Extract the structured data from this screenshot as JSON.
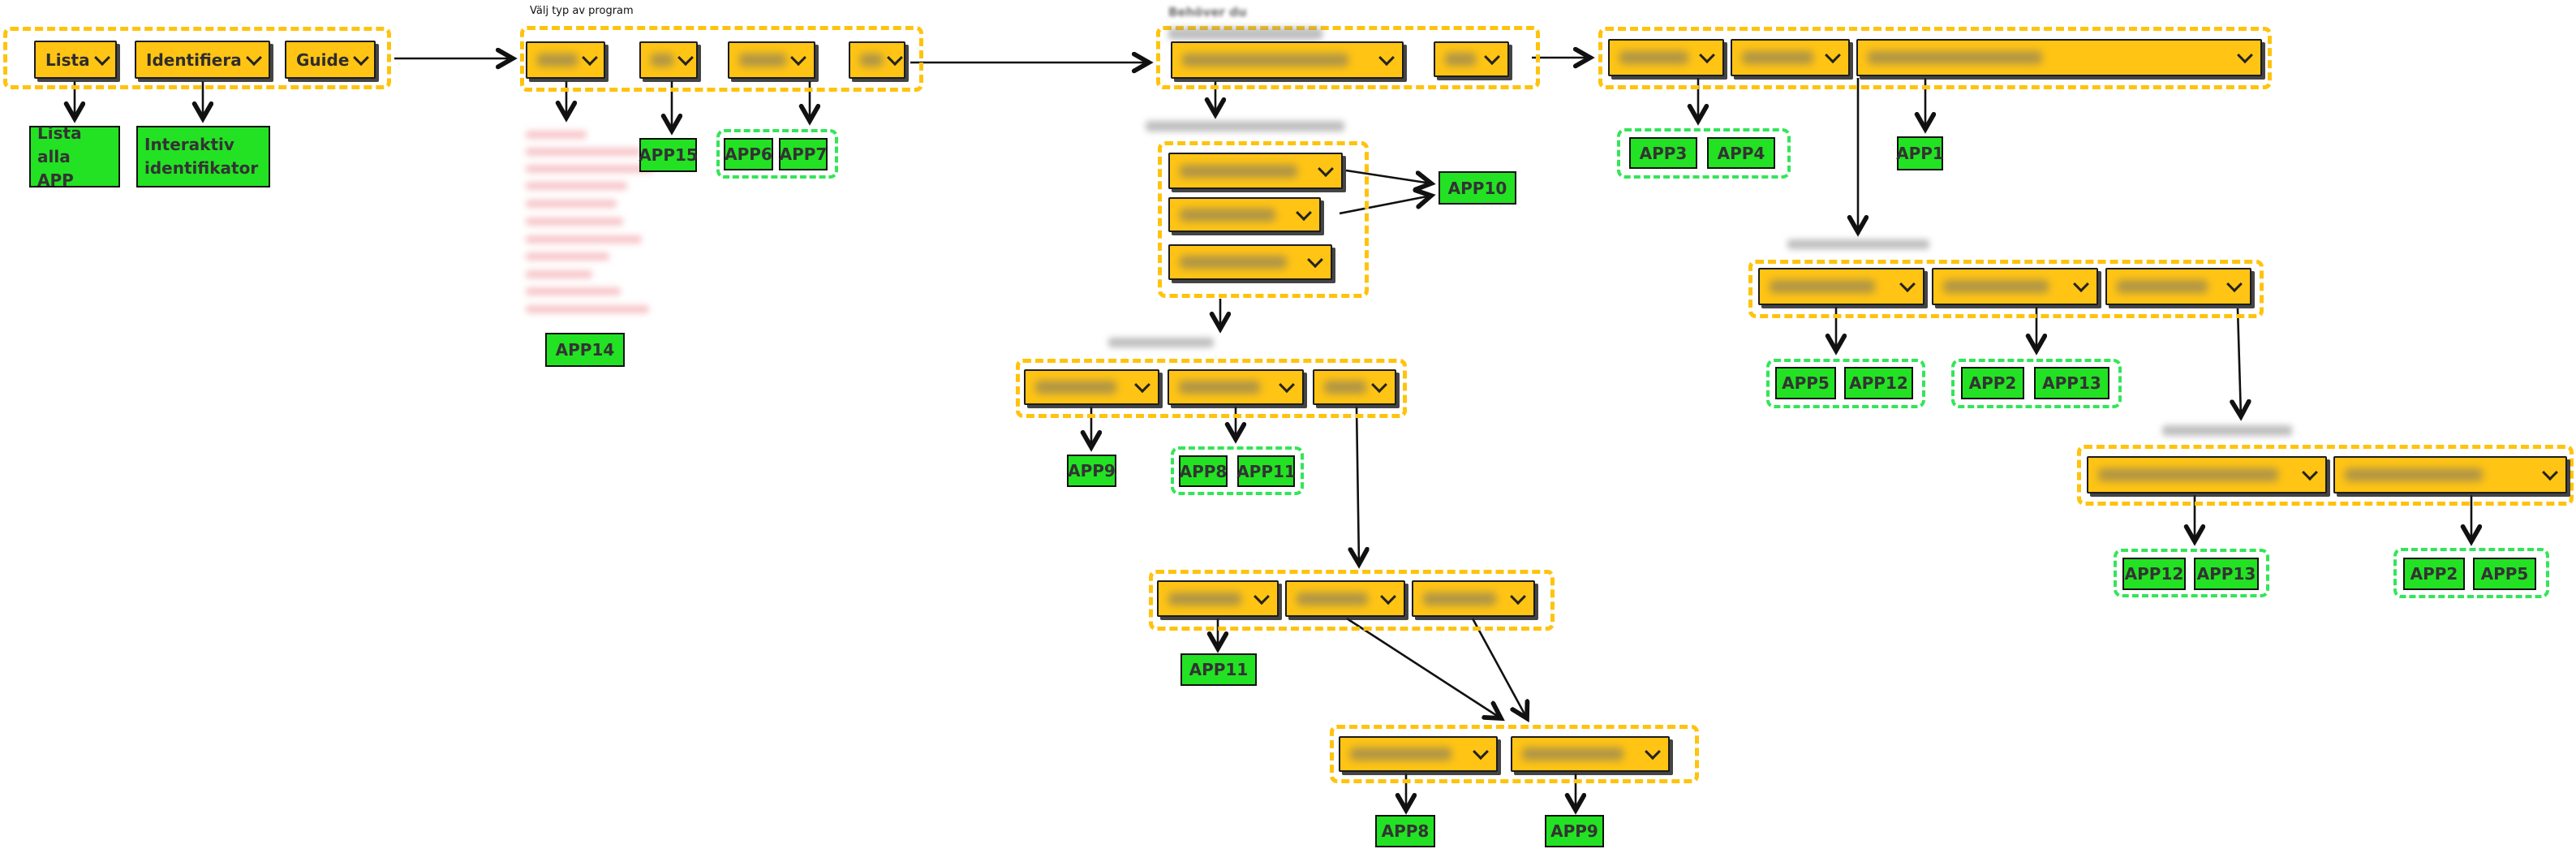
{
  "menu": {
    "lista": "Lista",
    "identifiera": "Identifiera",
    "guide": "Guide"
  },
  "labels": {
    "program_type_group": "Välj typ av program",
    "ventilation_heading": "Behöver du"
  },
  "results": {
    "lista_alla": "Lista alla APP",
    "interaktiv": "Interaktiv identifikator"
  },
  "apps": {
    "app1": "APP1",
    "app2": "APP2",
    "app3": "APP3",
    "app4": "APP4",
    "app5": "APP5",
    "app6": "APP6",
    "app7": "APP7",
    "app8": "APP8",
    "app9": "APP9",
    "app10": "APP10",
    "app11": "APP11",
    "app12": "APP12",
    "app13": "APP13",
    "app14": "APP14",
    "app15": "APP15"
  },
  "colors": {
    "yellow_fill": "#FFC414",
    "yellow_dash": "#FFC30D",
    "green_fill": "#23E223",
    "green_dash": "#33E558",
    "arrow": "#111111",
    "blurred_pink_text": "#F6BCC0"
  }
}
